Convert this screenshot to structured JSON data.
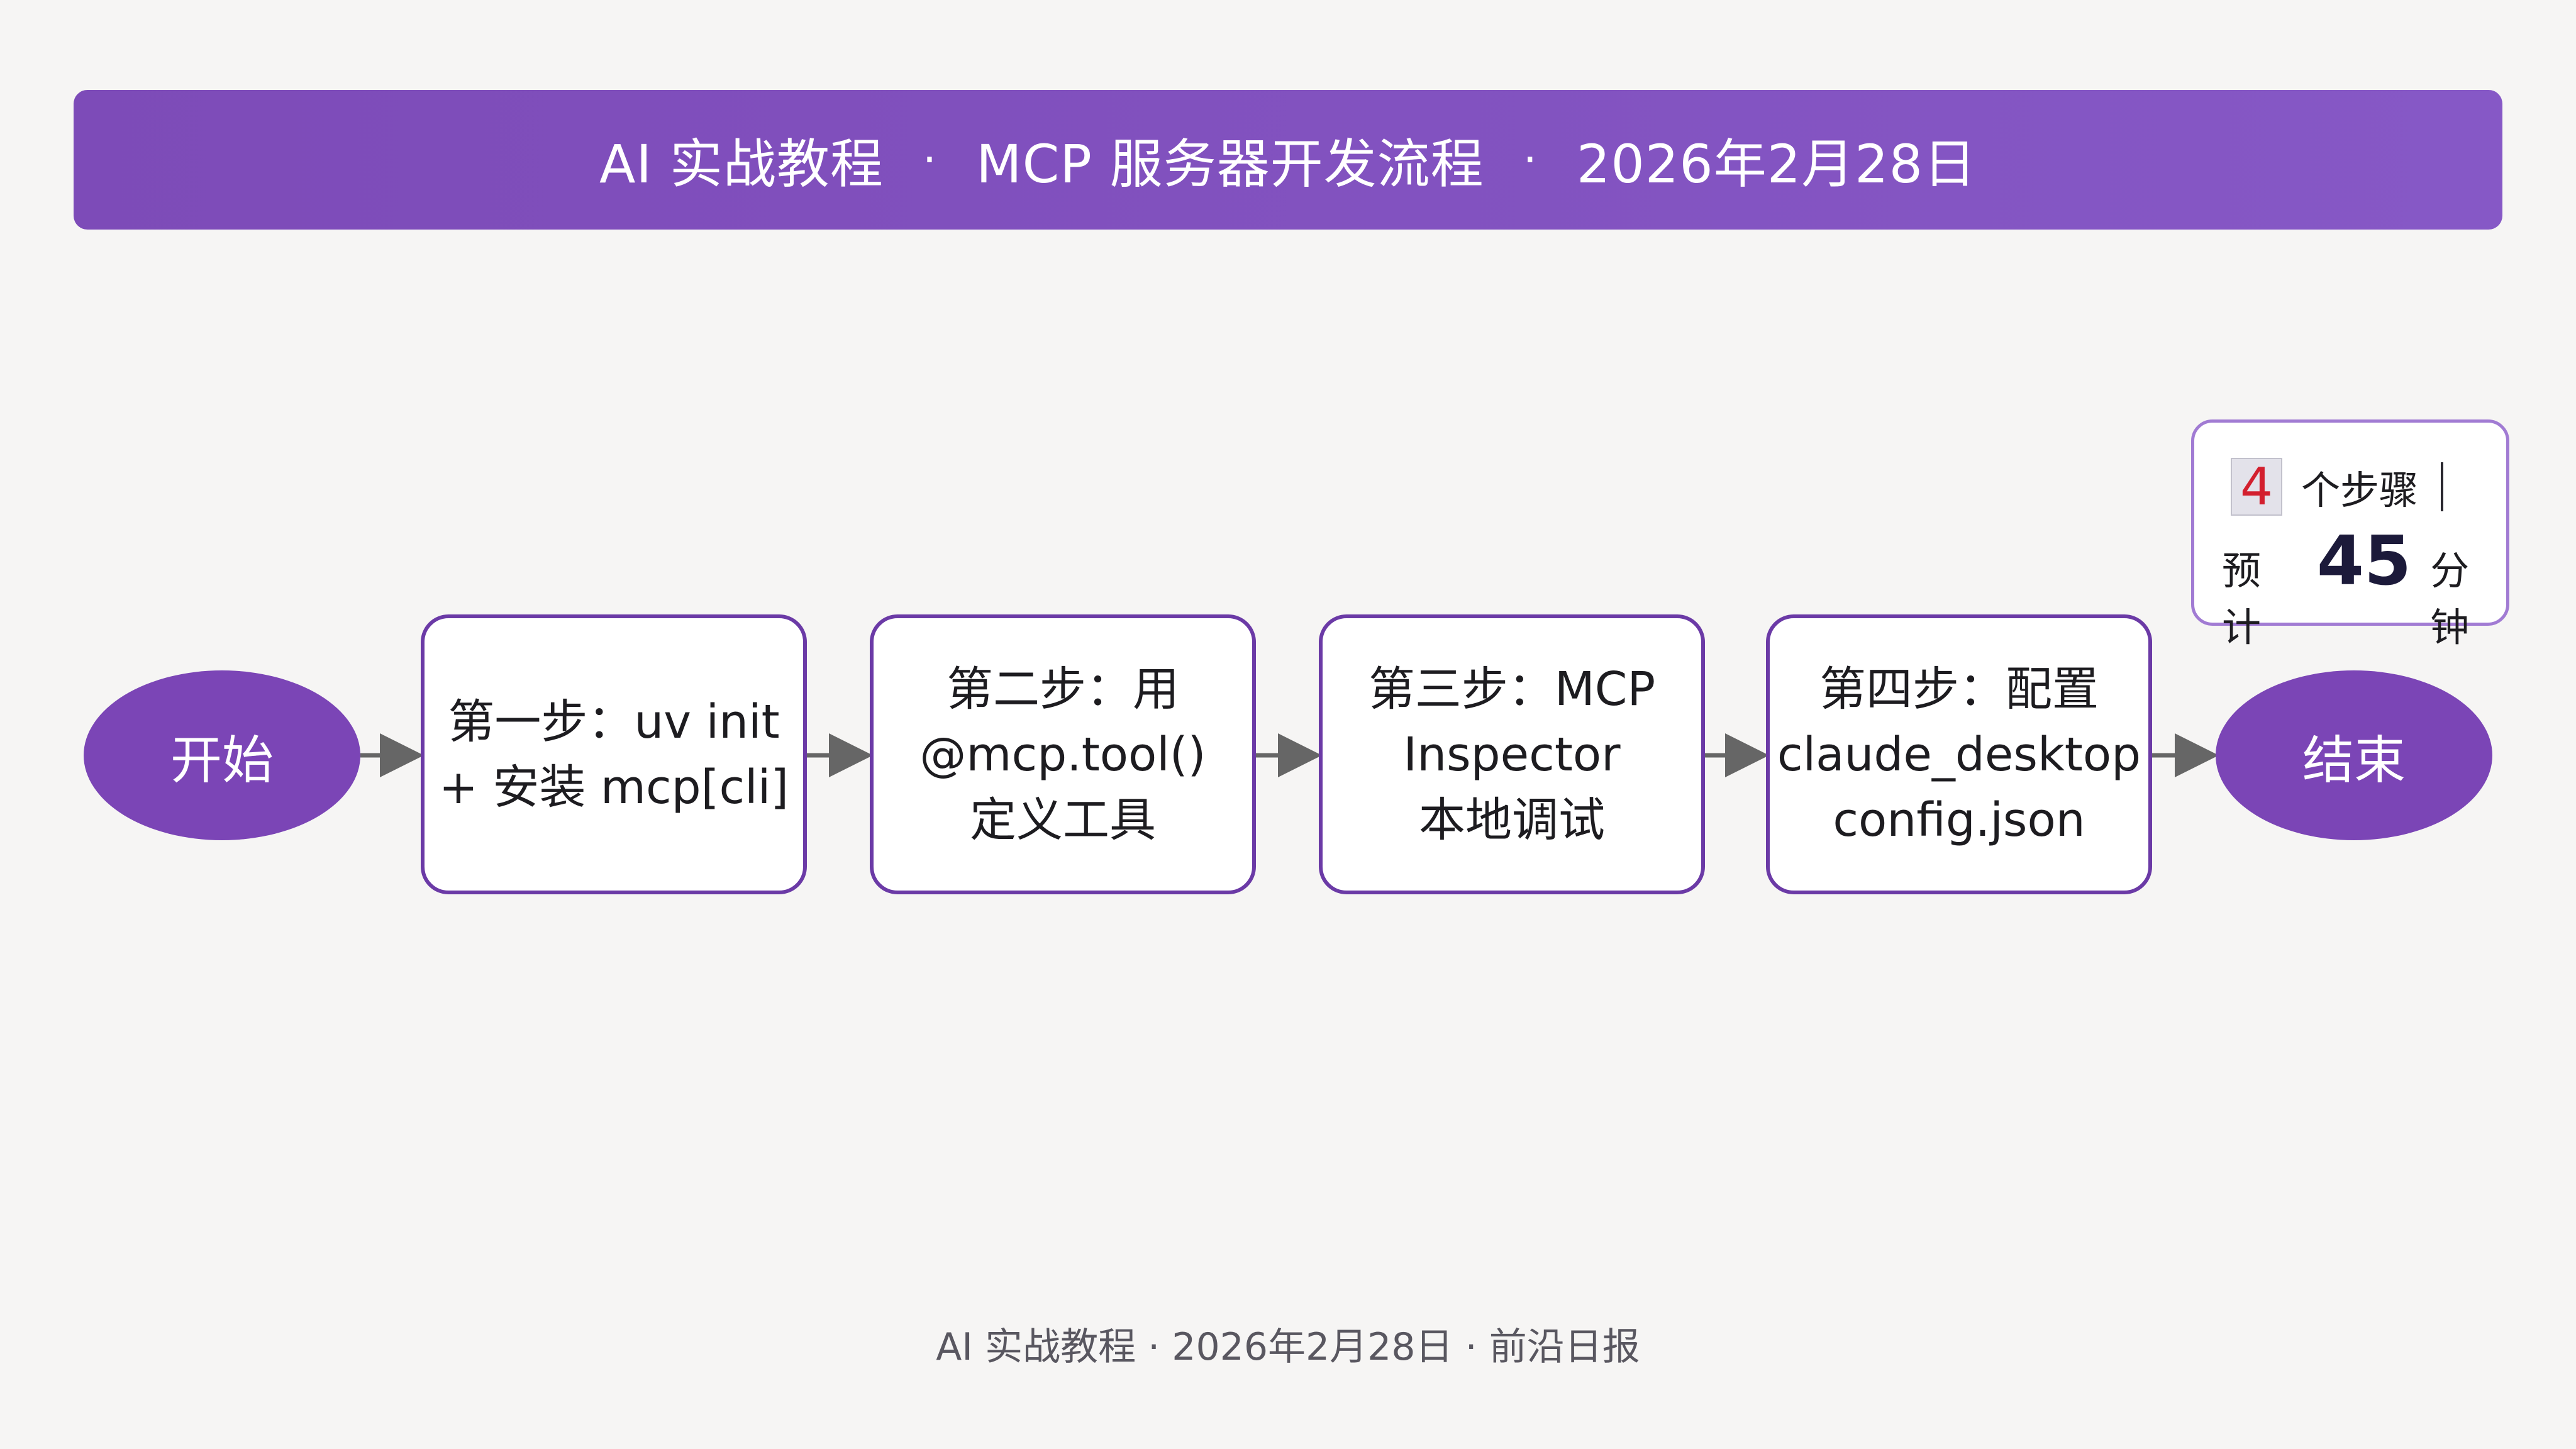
{
  "header": {
    "part1": "AI 实战教程",
    "separator": "·",
    "part2": "MCP 服务器开发流程",
    "part3": "2026年2月28日"
  },
  "flow": {
    "start": "开始",
    "end": "结束",
    "steps": [
      {
        "lines": [
          "第一步：uv init",
          "+ 安装 mcp[cli]"
        ]
      },
      {
        "lines": [
          "第二步：用",
          "@mcp.tool()",
          "定义工具"
        ]
      },
      {
        "lines": [
          "第三步：MCP",
          "Inspector",
          "本地调试"
        ]
      },
      {
        "lines": [
          "第四步：配置",
          "claude_desktop",
          "config.json"
        ]
      }
    ]
  },
  "stats": {
    "count": "4",
    "count_label": "个步骤",
    "estimate_label": "预计",
    "minutes": "45",
    "unit": "分钟"
  },
  "footer": {
    "text": "AI 实战教程 · 2026年2月28日 · 前沿日报"
  },
  "colors": {
    "header_bg": "#7d4bb8",
    "terminal_fill": "#7b45b6",
    "box_border": "#6b3aa6",
    "arrow": "#666666",
    "count_highlight": "#d31f2e"
  }
}
